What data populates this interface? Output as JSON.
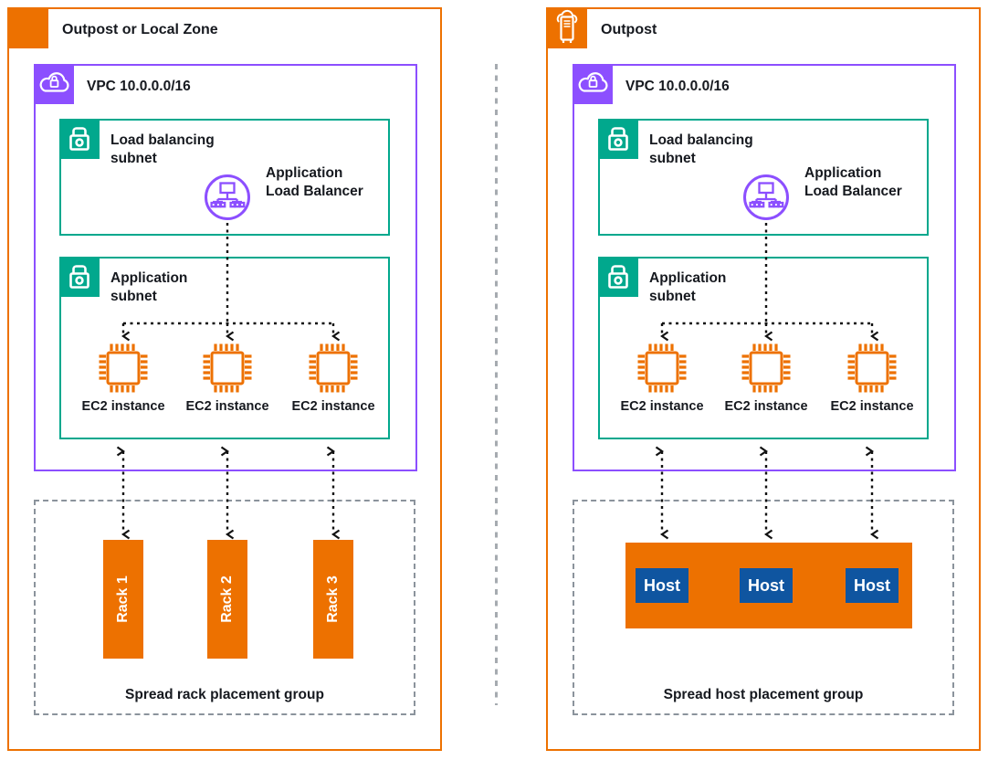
{
  "colors": {
    "aws_orange": "#ED7100",
    "aws_purple": "#8C4FFF",
    "aws_teal": "#01A88D",
    "host_blue": "#0F55A0",
    "text": "#16191F",
    "arrow_black": "#111111",
    "placement_group_border": "#8B939C",
    "divider_dots": "#A6ABB0"
  },
  "icons": {
    "left_corner": "zone-square",
    "right_corner": "outposts-rack",
    "vpc": "cloud-with-lock",
    "subnet": "padlock",
    "alb": "application-load-balancer",
    "instance": "ec2-chip"
  },
  "panels": [
    {
      "title": "Outpost or Local Zone",
      "vpc_label": "VPC 10.0.0.0/16",
      "lb_subnet_label": "Load balancing subnet",
      "alb_label": "Application Load Balancer",
      "app_subnet_label": "Application subnet",
      "instances": [
        "EC2 instance",
        "EC2 instance",
        "EC2 instance"
      ],
      "group_label": "Spread rack placement group",
      "group_items": [
        "Rack 1",
        "Rack 2",
        "Rack 3"
      ]
    },
    {
      "title": "Outpost",
      "vpc_label": "VPC 10.0.0.0/16",
      "lb_subnet_label": "Load balancing subnet",
      "alb_label": "Application Load Balancer",
      "app_subnet_label": "Application subnet",
      "instances": [
        "EC2 instance",
        "EC2 instance",
        "EC2 instance"
      ],
      "group_label": "Spread host placement group",
      "group_items": [
        "Host",
        "Host",
        "Host"
      ]
    }
  ]
}
